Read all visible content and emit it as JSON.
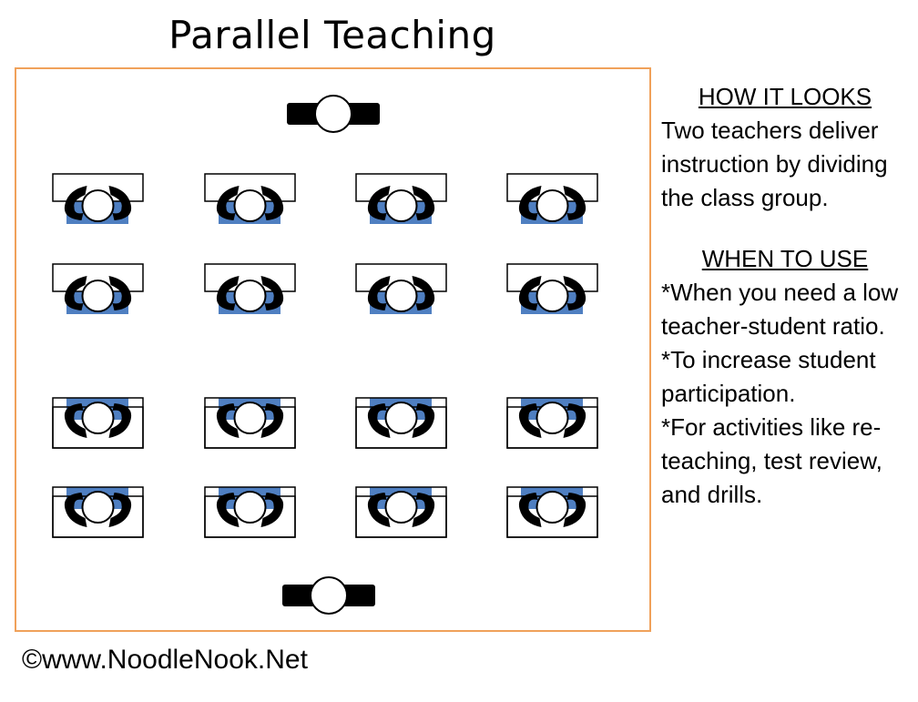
{
  "title": "Parallel Teaching",
  "how": {
    "heading": "HOW IT LOOKS",
    "lines": [
      "Two teachers deliver",
      "instruction by dividing",
      "the class group."
    ]
  },
  "when": {
    "heading": "WHEN TO USE",
    "lines": [
      "*When you need a low",
      "teacher-student ratio.",
      "*To increase student",
      "participation.",
      "*For activities like re-",
      "teaching, test review,",
      "and drills."
    ]
  },
  "footer": "©www.NoodleNook.Net",
  "colors": {
    "room_border": "#f0a15a",
    "chair": "#4f7fc1",
    "figure": "#000000"
  },
  "classroom": {
    "teachers": 2,
    "student_desks": 16
  }
}
